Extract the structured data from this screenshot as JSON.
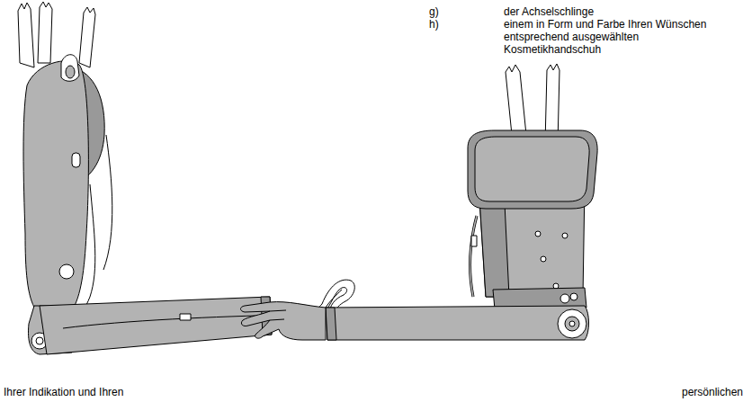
{
  "diagram": {
    "labels": [
      "g)",
      "der Achselschlinge",
      "h)",
      "einem in Form und Farbe Ihren Wünschen entsprechend ausgewählten Kosmetikhandschuh",
      "Ihrer Indikation und Ihren",
      "persönlichen"
    ]
  }
}
